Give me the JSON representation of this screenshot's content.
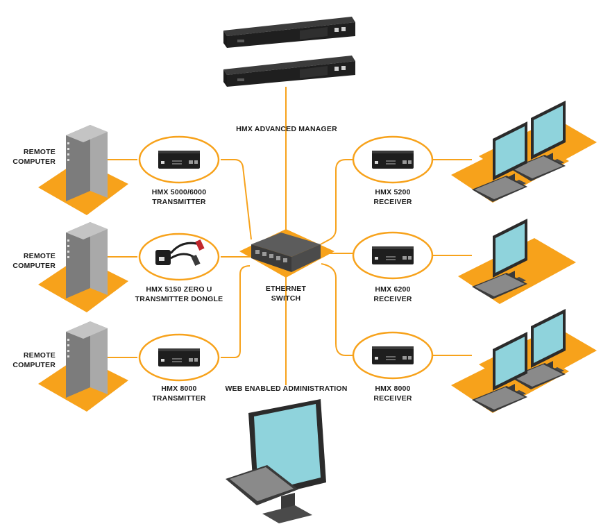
{
  "colors": {
    "accent_orange": "#f7a21b",
    "screen_cyan": "#8fd3dc",
    "device_black": "#1e1e1e",
    "tower_gray": "#8a8a8a"
  },
  "labels": {
    "manager": "HMX ADVANCED MANAGER",
    "web_admin": "WEB ENABLED ADMINISTRATION",
    "switch": [
      "ETHERNET",
      "SWITCH"
    ],
    "remote_computer": [
      "REMOTE",
      "COMPUTER"
    ],
    "tx1": [
      "HMX 5000/6000",
      "TRANSMITTER"
    ],
    "tx2": [
      "HMX 5150 ZERO U",
      "TRANSMITTER DONGLE"
    ],
    "tx3": [
      "HMX 8000",
      "TRANSMITTER"
    ],
    "rx1": [
      "HMX 5200",
      "RECEIVER"
    ],
    "rx2": [
      "HMX 6200",
      "RECEIVER"
    ],
    "rx3": [
      "HMX 8000",
      "RECEIVER"
    ]
  },
  "icons": {
    "manager_units": "rack-server-icon",
    "remote_computers": "tower-computer-icon",
    "transmitters": "kvm-extender-icon",
    "dongle": "usb-dongle-icon",
    "switch": "ethernet-switch-icon",
    "workstations": "monitor-keyboard-icon"
  }
}
